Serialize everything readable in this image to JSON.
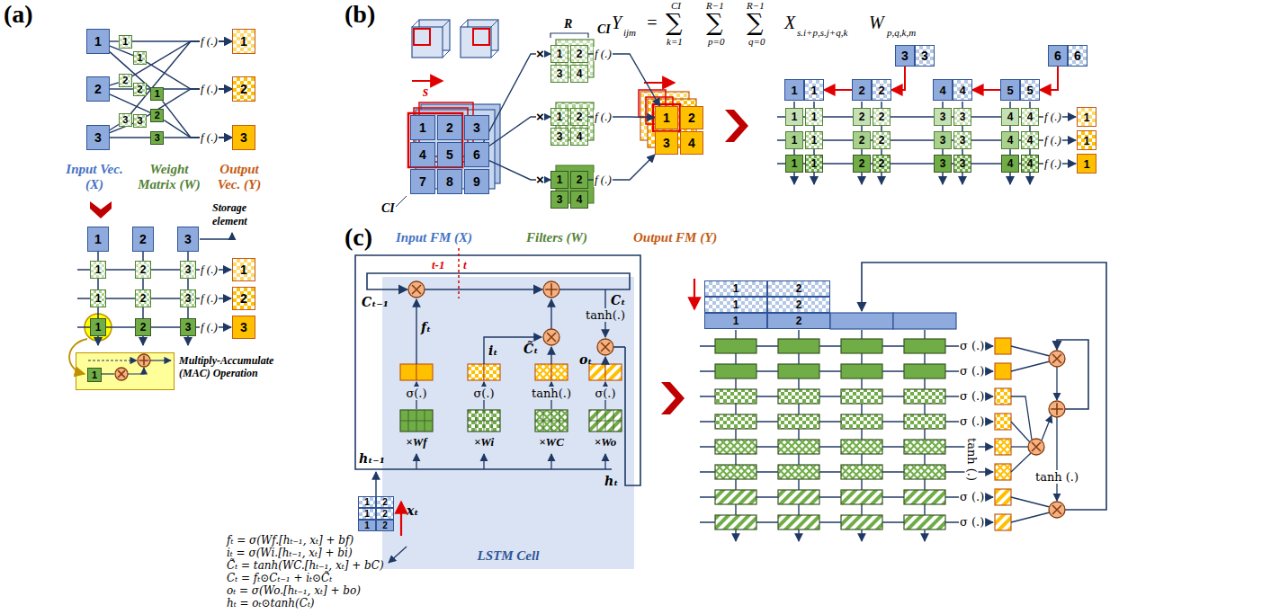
{
  "diagram": {
    "nodes": [
      {
        "text": [
          "1"
        ]
      },
      {
        "text": [
          "2"
        ]
      },
      {
        "text": [
          "3"
        ]
      },
      {
        "text": [
          "1"
        ]
      },
      {
        "text": [
          "1"
        ]
      },
      {
        "text": [
          "1"
        ]
      },
      {
        "text": [
          "2"
        ]
      },
      {
        "text": [
          "2"
        ]
      },
      {
        "text": [
          "2"
        ]
      },
      {
        "text": [
          "3"
        ]
      },
      {
        "text": [
          "3"
        ]
      },
      {
        "text": [
          "3"
        ]
      },
      {
        "text": [
          "1"
        ]
      },
      {
        "text": [
          "2"
        ]
      },
      {
        "text": [
          "3"
        ]
      },
      {
        "text": [
          "1"
        ]
      },
      {
        "text": [
          "2"
        ]
      },
      {
        "text": [
          "3"
        ]
      },
      {
        "text": [
          "1"
        ]
      },
      {
        "text": [
          "2"
        ]
      },
      {
        "text": [
          "3"
        ]
      },
      {
        "text": [
          "1"
        ]
      },
      {
        "text": [
          "2"
        ]
      },
      {
        "text": [
          "3"
        ]
      },
      {
        "text": [
          "1"
        ]
      },
      {
        "text": [
          "2"
        ]
      },
      {
        "text": [
          "3"
        ]
      },
      {
        "text": [
          "1"
        ]
      },
      {
        "text": [
          "2"
        ]
      },
      {
        "text": [
          "3"
        ]
      },
      {
        "text": [
          "Multiply-Accumulate (MAC) Operation"
        ]
      },
      {
        "text": [
          "1"
        ],
        "in": 30
      },
      {
        "text": [
          "1"
        ]
      },
      {
        "text": [
          "2"
        ]
      },
      {
        "text": [
          "3"
        ]
      },
      {
        "text": [
          "4"
        ]
      },
      {
        "text": [
          "5"
        ]
      },
      {
        "text": [
          "6"
        ]
      },
      {
        "text": [
          "7"
        ]
      },
      {
        "text": [
          "8"
        ]
      },
      {
        "text": [
          "9"
        ]
      },
      {
        "text": [
          "1"
        ]
      },
      {
        "text": [
          "2"
        ]
      },
      {
        "text": [
          "3"
        ]
      },
      {
        "text": [
          "4"
        ]
      },
      {
        "text": [
          "1"
        ]
      },
      {
        "text": [
          "2"
        ]
      },
      {
        "text": [
          "3"
        ]
      },
      {
        "text": [
          "4"
        ]
      },
      {
        "text": [
          "1"
        ]
      },
      {
        "text": [
          "2"
        ]
      },
      {
        "text": [
          "3"
        ]
      },
      {
        "text": [
          "4"
        ]
      },
      {
        "text": [
          "1"
        ]
      },
      {
        "text": [
          "2"
        ]
      },
      {
        "text": [
          "3"
        ]
      },
      {
        "text": [
          "4"
        ]
      },
      {
        "text": [
          "3"
        ]
      },
      {
        "text": [
          "3"
        ]
      },
      {
        "text": [
          "6"
        ]
      },
      {
        "text": [
          "6"
        ]
      },
      {
        "text": [
          "1"
        ]
      },
      {
        "text": [
          "1"
        ]
      },
      {
        "text": [
          "2"
        ]
      },
      {
        "text": [
          "2"
        ]
      },
      {
        "text": [
          "4"
        ]
      },
      {
        "text": [
          "4"
        ]
      },
      {
        "text": [
          "5"
        ]
      },
      {
        "text": [
          "5"
        ]
      },
      {
        "text": [
          "1"
        ]
      },
      {
        "text": [
          "1"
        ]
      },
      {
        "text": [
          "2"
        ]
      },
      {
        "text": [
          "2"
        ]
      },
      {
        "text": [
          "3"
        ]
      },
      {
        "text": [
          "3"
        ]
      },
      {
        "text": [
          "4"
        ]
      },
      {
        "text": [
          "4"
        ]
      },
      {
        "text": [
          "1"
        ]
      },
      {
        "text": [
          "1"
        ]
      },
      {
        "text": [
          "2"
        ]
      },
      {
        "text": [
          "2"
        ]
      },
      {
        "text": [
          "3"
        ]
      },
      {
        "text": [
          "3"
        ]
      },
      {
        "text": [
          "4"
        ]
      },
      {
        "text": [
          "4"
        ]
      },
      {
        "text": [
          "1"
        ]
      },
      {
        "text": [
          "1"
        ]
      },
      {
        "text": [
          "2"
        ]
      },
      {
        "text": [
          "2"
        ]
      },
      {
        "text": [
          "3"
        ]
      },
      {
        "text": [
          "3"
        ]
      },
      {
        "text": [
          "4"
        ]
      },
      {
        "text": [
          "4"
        ]
      },
      {
        "text": [
          "1"
        ]
      },
      {
        "text": [
          "1"
        ]
      },
      {
        "text": [
          "1"
        ]
      },
      {
        "text": [
          "LSTM Cell"
        ]
      },
      {
        "text": [
          "1"
        ]
      },
      {
        "text": [
          "2"
        ]
      },
      {
        "text": [
          "1"
        ]
      },
      {
        "text": [
          "2"
        ]
      },
      {
        "text": [
          "1"
        ]
      },
      {
        "text": [
          "2"
        ]
      },
      {
        "text": [
          "1"
        ]
      },
      {
        "text": [
          "2"
        ]
      },
      {
        "text": [
          "1"
        ]
      },
      {
        "text": [
          "2"
        ]
      },
      {
        "text": [
          "1"
        ]
      },
      {
        "text": [
          "2"
        ]
      }
    ],
    "edges": [
      {
        "from": 0,
        "to": 3,
        "arrow": "none"
      },
      {
        "from": 3,
        "to": 12,
        "arrow": "to"
      },
      {
        "from": 0,
        "to": 4,
        "arrow": "none"
      },
      {
        "from": 4,
        "to": 13,
        "arrow": "to"
      },
      {
        "from": 0,
        "to": 5,
        "arrow": "none"
      },
      {
        "from": 5,
        "to": 14,
        "arrow": "to"
      },
      {
        "from": 1,
        "to": 6,
        "arrow": "none"
      },
      {
        "from": 6,
        "to": 12,
        "arrow": "to"
      },
      {
        "from": 1,
        "to": 7,
        "arrow": "none"
      },
      {
        "from": 7,
        "to": 13,
        "arrow": "to"
      },
      {
        "from": 1,
        "to": 8,
        "arrow": "none"
      },
      {
        "from": 8,
        "to": 14,
        "arrow": "to"
      },
      {
        "from": 2,
        "to": 9,
        "arrow": "none"
      },
      {
        "from": 9,
        "to": 12,
        "arrow": "to"
      },
      {
        "from": 2,
        "to": 10,
        "arrow": "none"
      },
      {
        "from": 10,
        "to": 13,
        "arrow": "to"
      },
      {
        "from": 2,
        "to": 11,
        "arrow": "none"
      },
      {
        "from": 11,
        "to": 14,
        "arrow": "to"
      },
      {
        "from": 37,
        "to": 41,
        "arrow": "to"
      },
      {
        "from": 37,
        "to": 45,
        "arrow": "to"
      },
      {
        "from": 37,
        "to": 49,
        "arrow": "to"
      },
      {
        "from": 42,
        "to": 53,
        "arrow": "to"
      },
      {
        "from": 46,
        "to": 53,
        "arrow": "to"
      },
      {
        "from": 50,
        "to": 55,
        "arrow": "to"
      },
      {
        "from": 63,
        "to": 62,
        "arrow": "to"
      },
      {
        "from": 57,
        "to": 64,
        "arrow": "to"
      },
      {
        "from": 67,
        "to": 66,
        "arrow": "to"
      },
      {
        "from": 59,
        "to": 68,
        "arrow": "to"
      }
    ],
    "labels": [
      "(a)",
      "(b)",
      "(c)",
      "f (.)",
      "f (.)",
      "f (.)",
      "Input Vec. (X)",
      "Weight Matrix (W)",
      "Output Vec. (Y)",
      "Storage element",
      "f (.)",
      "f (.)",
      "f (.)",
      "Y",
      "ijm",
      "=",
      "CI",
      "∑",
      "k=1",
      "R−1",
      "∑",
      "p=0",
      "R−1",
      "∑",
      "q=0",
      "X",
      "s.i+p,s.j+q,k",
      "W",
      "p,q,k,m",
      "s",
      "R",
      "CI",
      "CI",
      "×",
      "×",
      "×",
      "f (.)",
      "f (.)",
      "f (.)",
      "Input FM (X)",
      "Filters (W)",
      "Output FM (Y)",
      "f (.)",
      "f (.)",
      "f (.)",
      "t-1",
      "t",
      "Cₜ₋₁",
      "Cₜ",
      "fₜ",
      "iₜ",
      "C̃ₜ",
      "oₜ",
      "σ(.)",
      "σ(.)",
      "tanh(.)",
      "σ(.)",
      "tanh(.)",
      "×Wf",
      "×Wi",
      "×WC",
      "×Wo",
      "hₜ₋₁",
      "hₜ",
      "xₜ",
      "fₜ = σ(Wf.[hₜ₋₁, xₜ] + bf)",
      "iₜ = σ(Wi.[hₜ₋₁, xₜ] + bi)",
      "C̃ₜ = tanh(WC.[hₜ₋₁, xₜ] + bC)",
      "Cₜ = fₜ⊙Cₜ₋₁ + iₜ⊙C̃ₜ",
      "oₜ = σ(Wo.[hₜ₋₁, xₜ] + bo)",
      "hₜ = oₜ⊙tanh(Cₜ)",
      "σ (.)",
      "σ (.)",
      "σ (.)",
      "σ (.)",
      "σ (.)",
      "σ (.)",
      "tanh (.)",
      "tanh (.)"
    ]
  }
}
